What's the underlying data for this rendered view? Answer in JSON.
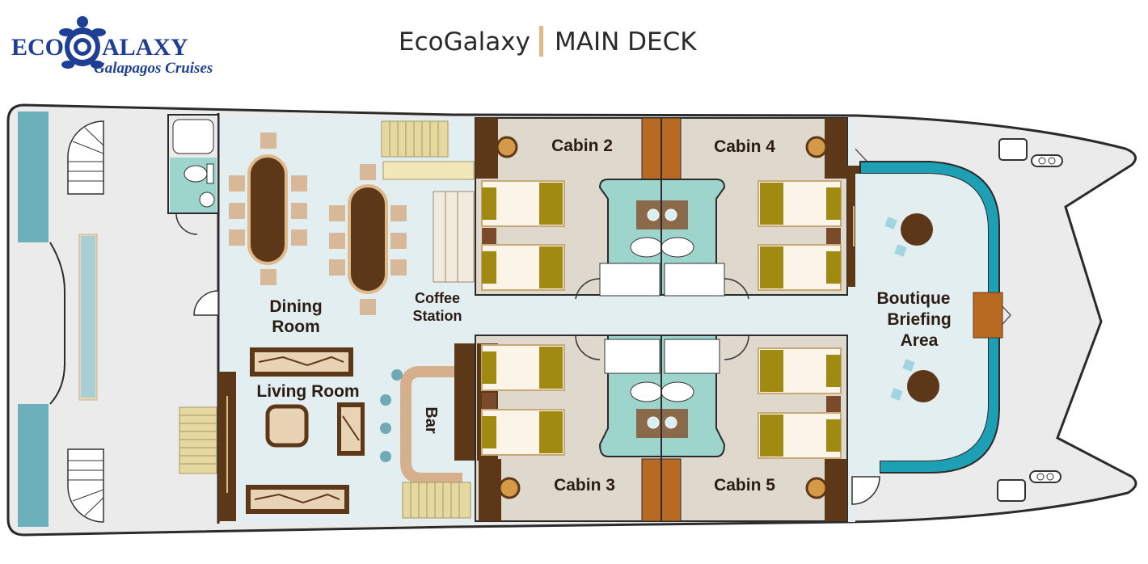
{
  "header": {
    "brand": "EcoGalaxy",
    "deck": "MAIN DECK",
    "logo_main_left": "ECO",
    "logo_main_right": "ALAXY",
    "logo_sub": "Galapagos Cruises"
  },
  "rooms": {
    "cabin2": "Cabin 2",
    "cabin3": "Cabin 3",
    "cabin4": "Cabin 4",
    "cabin5": "Cabin 5",
    "dining_line1": "Dining",
    "dining_line2": "Room",
    "living": "Living Room",
    "coffee_line1": "Coffee",
    "coffee_line2": "Station",
    "bar": "Bar",
    "boutique_line1": "Boutique",
    "boutique_line2": "Briefing",
    "boutique_line3": "Area"
  },
  "colors": {
    "hull_fill": "#ebebec",
    "interior_fill": "#e3eef1",
    "cabin_fill": "#ded9cc",
    "bath_fill": "#9dd5cc",
    "wood": "#5c3818",
    "bed_gold": "#a18a12",
    "teal": "#1ea0b4",
    "logo_blue": "#1f3f95"
  }
}
